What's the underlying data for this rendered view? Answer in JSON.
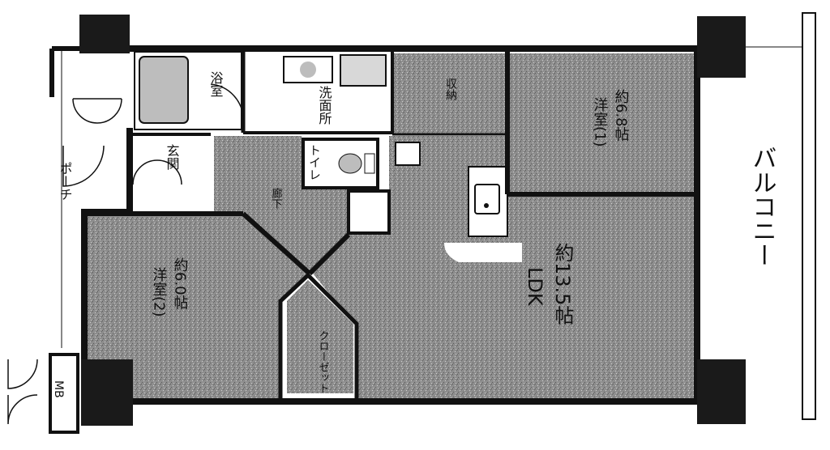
{
  "floorplan": {
    "labels": {
      "bath": "浴室",
      "washroom": "洗面所",
      "toilet": "トイレ",
      "entrance": "玄関",
      "porch": "ポーチ",
      "hall": "廊下",
      "western_room_1": "洋室(1)",
      "western_room_1_size": "約6.8帖",
      "western_room_2": "洋室(2)",
      "western_room_2_size": "約6.0帖",
      "ldk": "LDK",
      "ldk_size": "約13.5帖",
      "storage_top": "収納",
      "storage_closet": "クローゼット",
      "balcony": "バルコニー",
      "meter_box": "MB"
    },
    "colors": {
      "wall": "#111111",
      "room_fill": "#8e8e8e",
      "hatch": "#6a6a6a",
      "floor_white": "#ffffff",
      "fixture": "#bdbdbd"
    }
  }
}
